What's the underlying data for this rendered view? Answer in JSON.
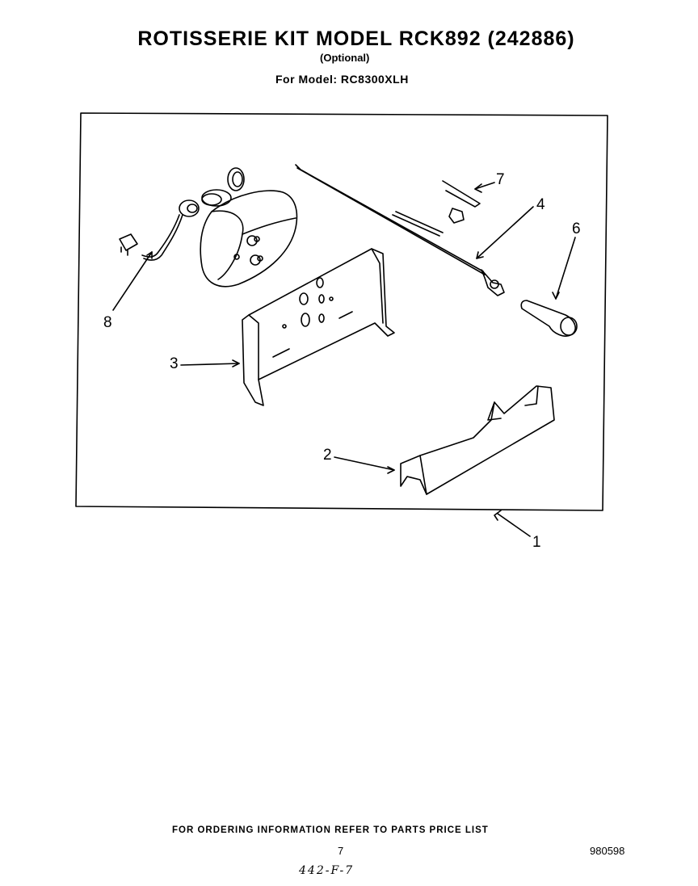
{
  "header": {
    "title": "ROTISSERIE KIT MODEL RCK892 (242886)",
    "subtitle": "(Optional)",
    "model_line": "For Model: RC8300XLH"
  },
  "callouts": {
    "c1": "1",
    "c2": "2",
    "c3": "3",
    "c4": "4",
    "c6": "6",
    "c7": "7",
    "c8": "8"
  },
  "footer": {
    "ordering_note": "FOR ORDERING INFORMATION REFER TO PARTS PRICE LIST",
    "page_number": "7",
    "doc_number": "980598",
    "handwritten": "442-F-7"
  }
}
